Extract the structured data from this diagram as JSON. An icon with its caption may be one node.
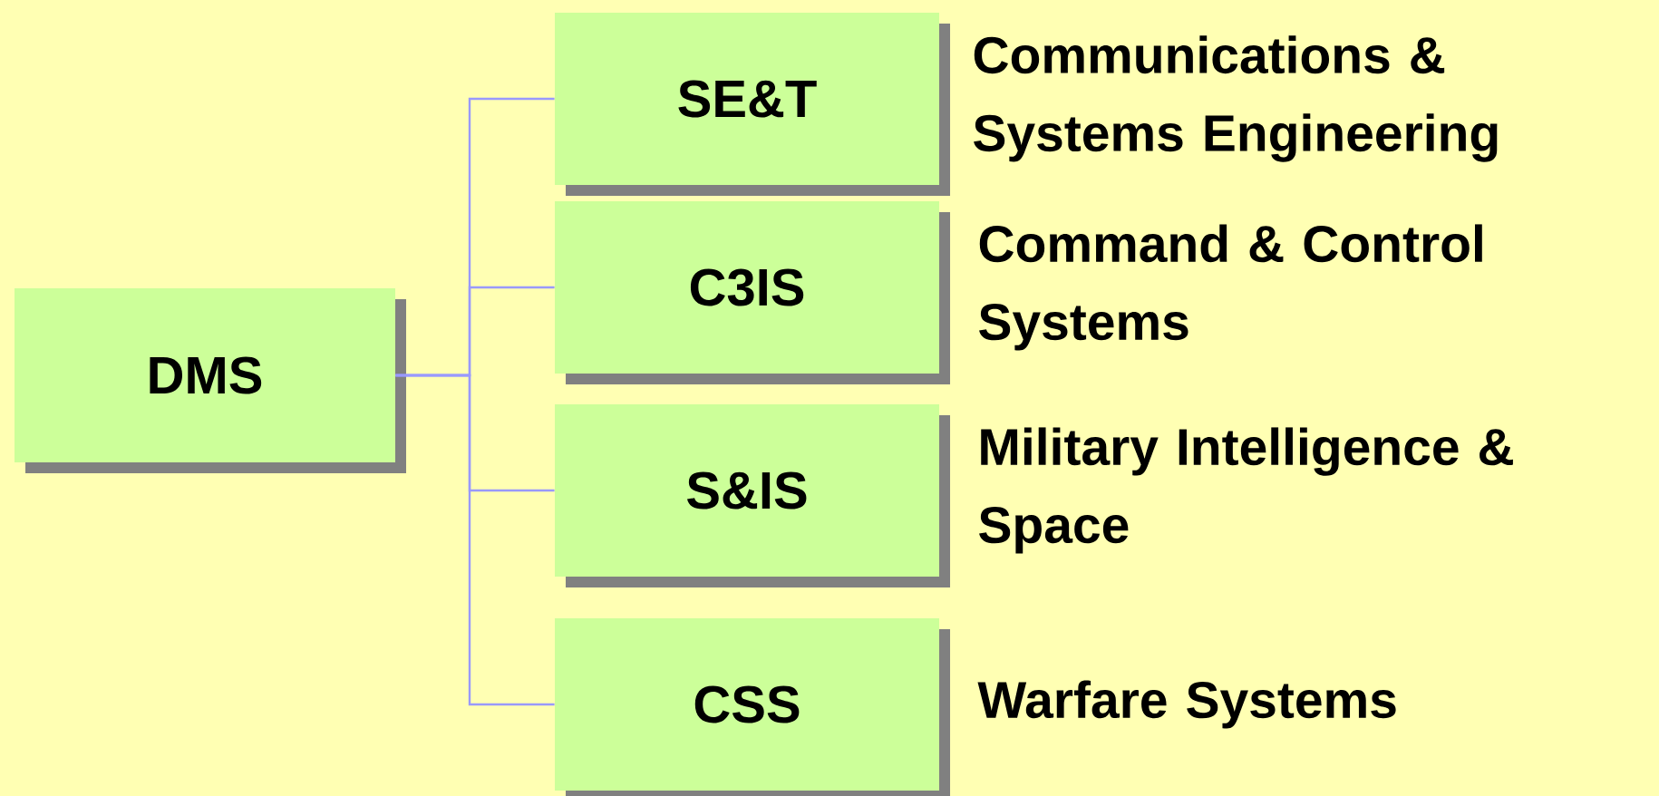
{
  "diagram": {
    "nodes": [
      {
        "text": [
          "DMS"
        ]
      },
      {
        "text": [
          "SE&T"
        ],
        "beside": [
          "Communications & Systems Engineering"
        ]
      },
      {
        "text": [
          "C3IS"
        ],
        "beside": [
          "Command & Control Systems"
        ]
      },
      {
        "text": [
          "S&IS"
        ],
        "beside": [
          "Military Intelligence & Space"
        ]
      },
      {
        "text": [
          "CSS"
        ],
        "beside": [
          "Warfare Systems"
        ]
      }
    ],
    "edges": [
      {
        "from": 0,
        "to": 1,
        "arrow": "none"
      },
      {
        "from": 0,
        "to": 2,
        "arrow": "none"
      },
      {
        "from": 0,
        "to": 3,
        "arrow": "none"
      },
      {
        "from": 0,
        "to": 4,
        "arrow": "none"
      }
    ]
  }
}
